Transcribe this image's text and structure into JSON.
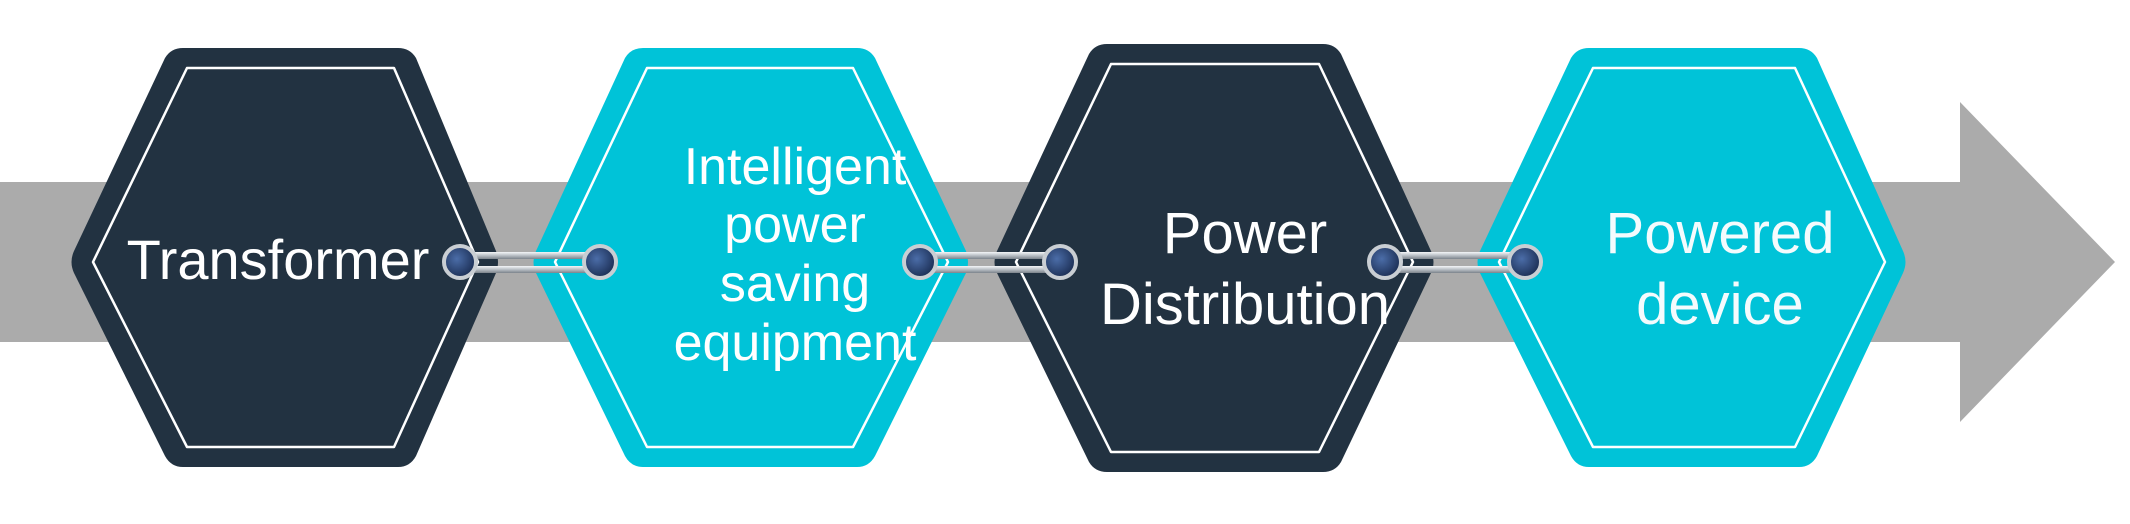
{
  "diagram": {
    "steps": [
      {
        "label": "Transformer",
        "fill": "#223241"
      },
      {
        "label": "Intelligent\npower\nsaving\nequipment",
        "fill": "#00c3d8"
      },
      {
        "label": "Power\nDistribution",
        "fill": "#223241"
      },
      {
        "label": "Powered\ndevice",
        "fill": "#00c3d8"
      }
    ],
    "colors": {
      "arrow": "#ababab",
      "dark": "#223241",
      "cyan": "#00c3d8",
      "outline": "#ffffff",
      "ring": "#9aa3ac",
      "dot": "#233b6a"
    }
  }
}
